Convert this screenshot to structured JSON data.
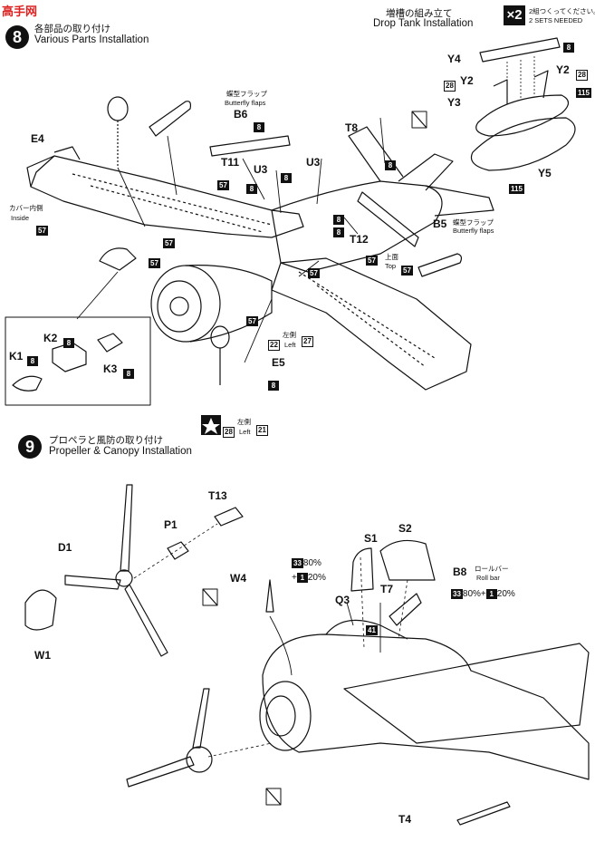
{
  "watermark": {
    "text": "高手网"
  },
  "step8": {
    "number": "8",
    "title_jp": "各部品の取り付け",
    "title_en": "Various Parts Installation"
  },
  "drop_tank": {
    "title_jp": "増槽の組み立て",
    "title_en": "Drop Tank Installation",
    "multiplier": "×2",
    "note_jp": "2組つくってください。",
    "note_en": "2 SETS NEEDED"
  },
  "step9": {
    "number": "9",
    "title_jp": "プロペラと風防の取り付け",
    "title_en": "Propeller & Canopy Installation"
  },
  "part_labels": {
    "E4": "E4",
    "B6": "B6",
    "T11": "T11",
    "U3a": "U3",
    "U3b": "U3",
    "T8": "T8",
    "T12": "T12",
    "B5": "B5",
    "K1": "K1",
    "K2": "K2",
    "K3": "K3",
    "E5": "E5",
    "Y4": "Y4",
    "Y2a": "Y2",
    "Y2b": "Y2",
    "Y3": "Y3",
    "Y5": "Y5",
    "T13": "T13",
    "P1": "P1",
    "D1": "D1",
    "W1": "W1",
    "W4": "W4",
    "S1": "S1",
    "S2": "S2",
    "B8": "B8",
    "Q3": "Q3",
    "T7": "T7",
    "T4": "T4"
  },
  "annotations": {
    "butterfly_flaps_jp": "蝶型フラップ",
    "butterfly_flaps_en": "Butterfly flaps",
    "inside_jp": "カバー内側",
    "inside_en": "Inside",
    "top_jp": "上面",
    "top_en": "Top",
    "left_jp": "左側",
    "left_en": "Left",
    "roll_bar_jp": "ロールバー",
    "roll_bar_en": "Roll bar"
  },
  "color_codes": {
    "c8": "8",
    "c57": "57",
    "c115": "115",
    "c28": "28",
    "c22": "22",
    "c27": "27",
    "c21": "21",
    "c33": "33",
    "c1": "1",
    "c41": "41"
  },
  "mix": {
    "pct80": "80%",
    "plus": "+",
    "pct20": "20%"
  }
}
